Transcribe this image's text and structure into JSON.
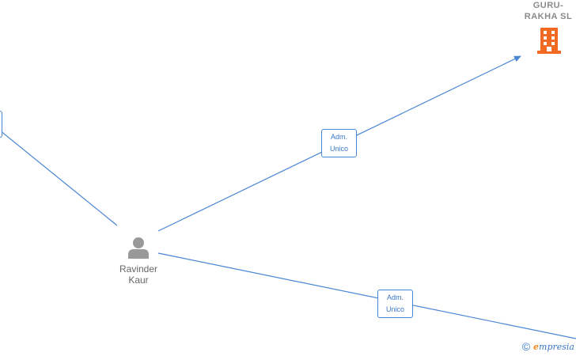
{
  "nodes": {
    "person": {
      "name_line1": "Ravinder",
      "name_line2": "Kaur",
      "icon": "person-icon"
    },
    "company": {
      "name_line1": "GURU-",
      "name_line2": "RAKHA  SL",
      "icon": "building-icon",
      "color": "#f26a22"
    }
  },
  "edges": [
    {
      "label_line1": "Adm.",
      "label_line2": "Unico",
      "from": "Ravinder Kaur",
      "to": "GURU- RAKHA SL"
    },
    {
      "label_line1": "Adm.",
      "label_line2": "Unico",
      "from": "Ravinder Kaur",
      "to": ""
    }
  ],
  "colors": {
    "edge": "#4a86d4",
    "person": "#999999",
    "label_text": "#666666"
  },
  "footer": {
    "copyright_symbol": "©",
    "brand_initial": "e",
    "brand_rest": "mpresia"
  }
}
